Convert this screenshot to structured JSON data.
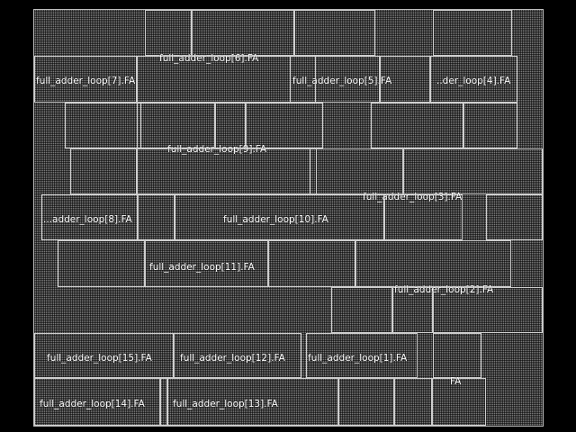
{
  "diagram": {
    "background_color": "#000000",
    "canvas_color": "#7a7a7a",
    "cell_border_color": "#cfcfcf",
    "label_color": "#ffffff",
    "labels": [
      "full_adder_loop[6].FA",
      "full_adder_loop[7].FA",
      "full_adder_loop[5].FA",
      "..der_loop[4].FA",
      "full_adder_loop[9].FA",
      "full_adder_loop[3].FA",
      "...adder_loop[8].FA",
      "full_adder_loop[10].FA",
      "full_adder_loop[11].FA",
      "full_adder_loop[2].FA",
      "full_adder_loop[15].FA",
      "full_adder_loop[12].FA",
      "full_adder_loop[1].FA",
      "full_adder_loop[14].FA",
      "full_adder_loop[13].FA",
      "FA"
    ]
  }
}
